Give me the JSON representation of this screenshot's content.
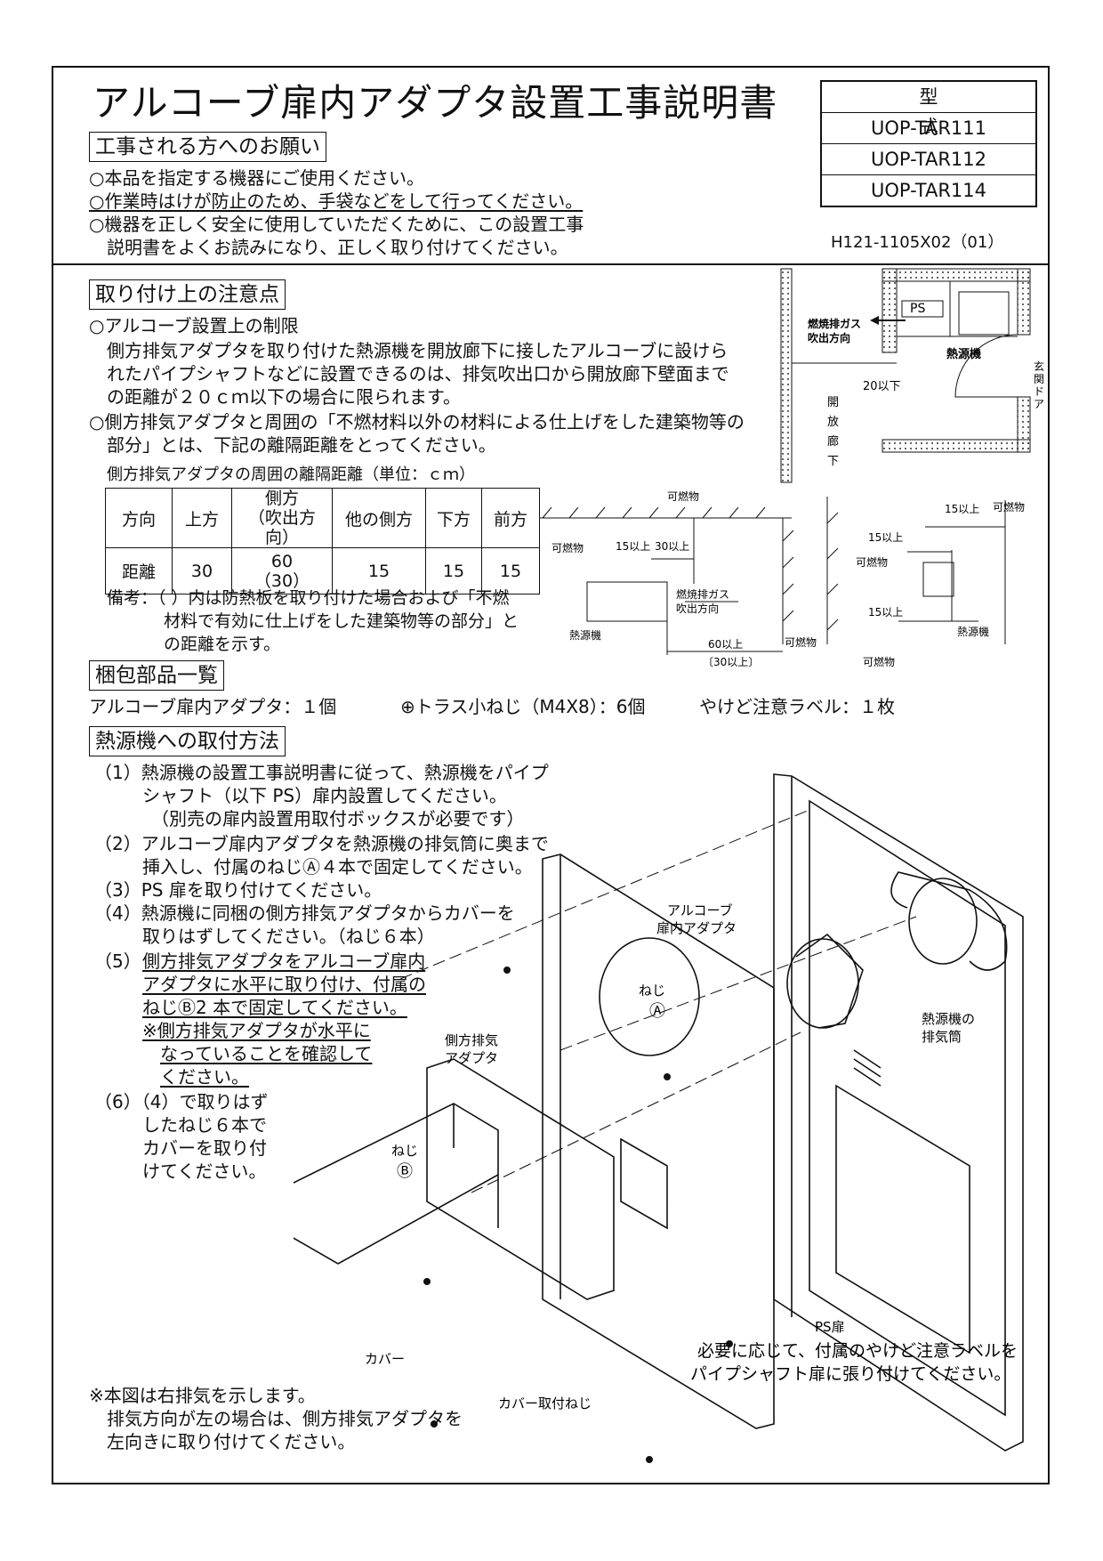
{
  "title": "アルコーブ扉内アダプタ設置工事説明書",
  "model_box": {
    "header": "型 式",
    "models": [
      "UOP-TAR111",
      "UOP-TAR112",
      "UOP-TAR114"
    ]
  },
  "doc_code": "H121-1105X02（01）",
  "request": {
    "heading": "工事される方へのお願い",
    "lines": [
      "○本品を指定する機器にご使用ください。",
      "○作業時はけが防止のため、手袋などをして行ってください。",
      "○機器を正しく安全に使用していただくために、この設置工事",
      "説明書をよくお読みになり、正しく取り付けてください。"
    ]
  },
  "cautions": {
    "heading": "取り付け上の注意点",
    "lines": [
      "○アルコーブ設置上の制限",
      "側方排気アダプタを取り付けた熱源機を開放廊下に接したアルコーブに設けら",
      "れたパイプシャフトなどに設置できるのは、排気吹出口から開放廊下壁面まで",
      "の距離が２０ｃｍ以下の場合に限られます。",
      "○側方排気アダプタと周囲の「不燃材料以外の材料による仕上げをした建築物等の",
      "部分」とは、下記の離隔距離をとってください。"
    ],
    "table_caption": "側方排気アダプタの周囲の離隔距離（単位：ｃｍ）",
    "table_head": [
      "方向",
      "上方",
      "側方",
      "（吹出方向）",
      "他の側方",
      "下方",
      "前方"
    ],
    "table_row": [
      "距離",
      "30",
      "60",
      "（30）",
      "15",
      "15",
      "15"
    ],
    "note_lines": [
      "備考：（ ）内は防熱板を取り付けた場合および「不燃",
      "材料で有効に仕上げをした建築物等の部分」と",
      "の距離を示す。"
    ]
  },
  "floorplan": {
    "ps": "PS",
    "exhaust": [
      "燃焼排ガス",
      "吹出方向"
    ],
    "heater": "熱源機",
    "dim": "20以下",
    "corridor": [
      "開",
      "放",
      "廊",
      "下"
    ],
    "door": [
      "玄",
      "関",
      "ド",
      "ア"
    ]
  },
  "clearance_fig": {
    "combustible": "可燃物",
    "d15": "15以上",
    "d30": "30以上",
    "exhaust": [
      "燃焼排ガス",
      "吹出方向"
    ],
    "heater": "熱源機",
    "d60": "60以上",
    "d60b": "〔30以上〕"
  },
  "parts": {
    "heading": "梱包部品一覧",
    "list": [
      "アルコーブ扉内アダプタ：１個",
      "⊕トラス小ねじ（M4X8）：6個",
      "やけど注意ラベル：１枚"
    ]
  },
  "install": {
    "heading": "熱源機への取付方法",
    "steps": [
      "（1）熱源機の設置工事説明書に従って、熱源機をパイプ",
      "シャフト（以下 PS）扉内設置してください。",
      "（別売の扉内設置用取付ボックスが必要です）",
      "（2）アルコーブ扉内アダプタを熱源機の排気筒に奥まで",
      "挿入し、付属のねじⒶ４本で固定してください。",
      "（3）PS 扉を取り付けてください。",
      "（4）熱源機に同梱の側方排気アダプタからカバーを",
      "取りはずしてください。（ねじ６本）",
      "（5）",
      "側方排気アダプタをアルコーブ扉内",
      "アダプタに水平に取り付け、付属の",
      "ねじⒷ2 本で固定してください。",
      "※側方排気アダプタが水平に",
      "なっていることを確認して",
      "ください。",
      "（6）（4）で取りはず",
      "したねじ６本で",
      "カバーを取り付",
      "けてください。"
    ],
    "note": [
      "※本図は右排気を示します。",
      "排気方向が左の場合は、側方排気アダプタを",
      "左向きに取り付けてください。"
    ]
  },
  "diagram": {
    "alcove_adapter": [
      "アルコーブ",
      "扉内アダプタ"
    ],
    "screw_a": "ねじ",
    "mark_a": "Ⓐ",
    "heater_flue": [
      "熱源機の",
      "排気筒"
    ],
    "side_adapter": [
      "側方排気",
      "アダプタ"
    ],
    "screw_b": "ねじ",
    "mark_b": "Ⓑ",
    "ps_door": "PS扉",
    "cover": "カバー",
    "cover_screw": "カバー取付ねじ",
    "label_note": [
      "必要に応じて、付属のやけど注意ラベルを",
      "パイプシャフト扉に張り付けてください。"
    ]
  }
}
